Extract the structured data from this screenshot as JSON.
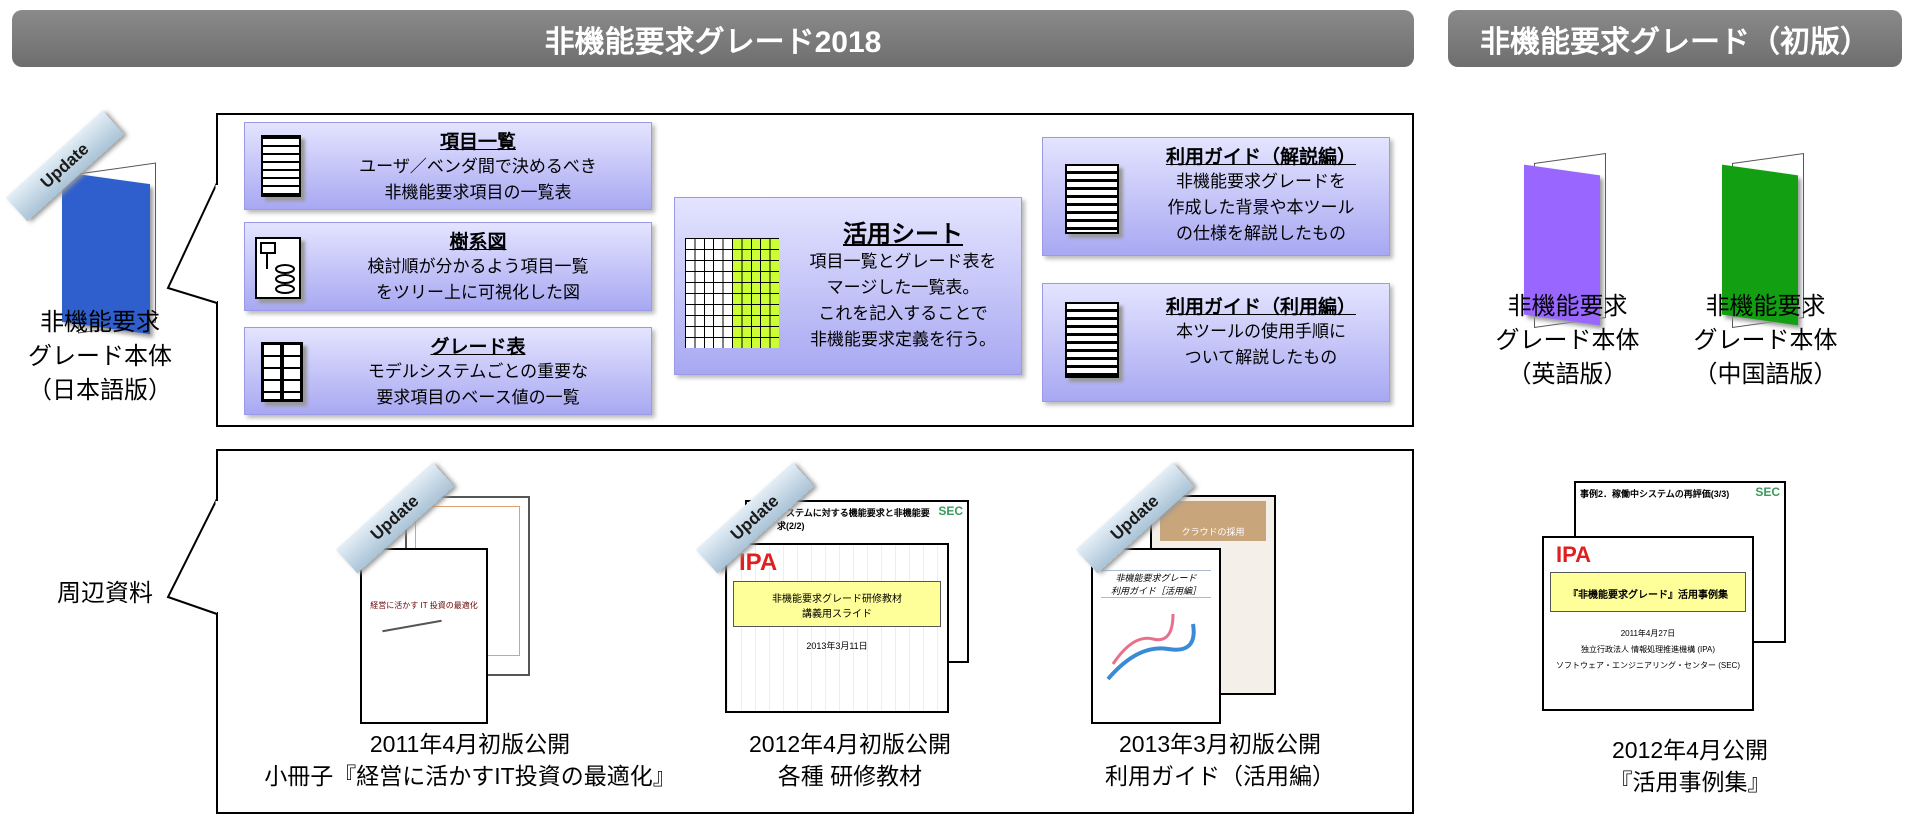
{
  "headers": {
    "main": "非機能要求グレード2018",
    "first": "非機能要求グレード（初版）"
  },
  "update_label": "Update",
  "main_book": {
    "label": [
      "非機能要求",
      "グレード本体",
      "（日本語版）"
    ],
    "color": "#2f5fcc"
  },
  "cards": [
    {
      "title": "項目一覧",
      "desc": [
        "ユーザ／ベンダ間で決めるべき",
        "非機能要求項目の一覧表"
      ]
    },
    {
      "title": "樹系図",
      "desc": [
        "検討順が分かるよう項目一覧",
        "をツリー上に可視化した図"
      ]
    },
    {
      "title": "グレード表",
      "desc": [
        "モデルシステムごとの重要な",
        "要求項目のベース値の一覧"
      ]
    },
    {
      "title": "活用シート",
      "desc": [
        "項目一覧とグレード表を",
        "マージした一覧表。",
        "これを記入することで",
        "非機能要求定義を行う。"
      ]
    },
    {
      "title": "利用ガイド（解説編）",
      "desc": [
        "非機能要求グレードを",
        "作成した背景や本ツール",
        "の仕様を解説したもの"
      ]
    },
    {
      "title": "利用ガイド（利用編）",
      "desc": [
        "本ツールの使用手順に",
        "ついて解説したもの"
      ]
    }
  ],
  "first_books": [
    {
      "label": [
        "非機能要求",
        "グレード本体",
        "（英語版）"
      ],
      "color": "#9966ff"
    },
    {
      "label": [
        "非機能要求",
        "グレード本体",
        "（中国語版）"
      ],
      "color": "#12a012"
    }
  ],
  "related_label": "周辺資料",
  "related": [
    {
      "caption": [
        "2011年4月初版公開",
        "小冊子『経営に活かすIT投資の最適化』"
      ],
      "cover_title": "経営に活かす IT 投資の最適化"
    },
    {
      "caption": [
        "2012年4月初版公開",
        "各種 研修教材"
      ],
      "slide_title": [
        "非機能要求グレード研修教材",
        "講義用スライド"
      ],
      "slide_date": "2013年3月11日",
      "logo": "IPA",
      "back_title": "システムに対する機能要求と非機能要求(2/2)",
      "sec": "SEC"
    },
    {
      "caption": [
        "2013年3月初版公開",
        "利用ガイド（活用編）"
      ],
      "cover_title": [
        "非機能要求グレード",
        "利用ガイド［活用編］"
      ],
      "back_title": "クラウドの採用"
    }
  ],
  "casebook": {
    "caption": [
      "2012年4月公開",
      "『活用事例集』"
    ],
    "slide_title": "『非機能要求グレード』活用事例集",
    "date": "2011年4月27日",
    "org": [
      "独立行政法人 情報処理推進機構 (IPA)",
      "ソフトウェア・エンジニアリング・センター (SEC)"
    ],
    "logo": "IPA",
    "back_title": "事例2．稼働中システムの再評価(3/3)",
    "sec": "SEC"
  }
}
